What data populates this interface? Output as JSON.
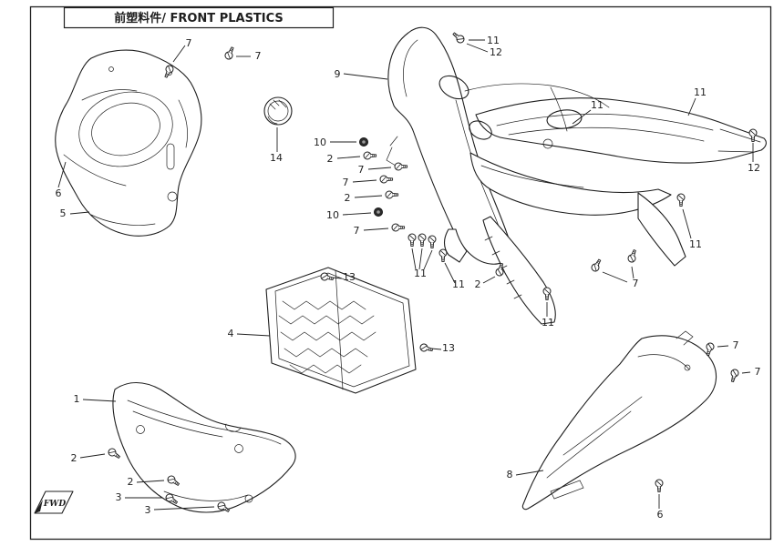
{
  "header": {
    "title": "前塑料件/ FRONT PLASTICS"
  },
  "footer": {
    "direction_label": "FWD"
  },
  "colors": {
    "line": "#1f1f1f",
    "background": "#ffffff"
  },
  "callouts": [
    {
      "label": "7"
    },
    {
      "label": "7"
    },
    {
      "label": "9"
    },
    {
      "label": "14"
    },
    {
      "label": "10"
    },
    {
      "label": "2"
    },
    {
      "label": "7"
    },
    {
      "label": "7"
    },
    {
      "label": "2"
    },
    {
      "label": "10"
    },
    {
      "label": "7"
    },
    {
      "label": "11"
    },
    {
      "label": "12"
    },
    {
      "label": "11"
    },
    {
      "label": "11"
    },
    {
      "label": "12"
    },
    {
      "label": "11"
    },
    {
      "label": "7"
    },
    {
      "label": "2"
    },
    {
      "label": "11"
    },
    {
      "label": "11"
    },
    {
      "label": "11"
    },
    {
      "label": "13"
    },
    {
      "label": "13"
    },
    {
      "label": "4"
    },
    {
      "label": "1"
    },
    {
      "label": "2"
    },
    {
      "label": "2"
    },
    {
      "label": "3"
    },
    {
      "label": "3"
    },
    {
      "label": "7"
    },
    {
      "label": "7"
    },
    {
      "label": "8"
    },
    {
      "label": "6"
    },
    {
      "label": "6"
    },
    {
      "label": "5"
    }
  ]
}
